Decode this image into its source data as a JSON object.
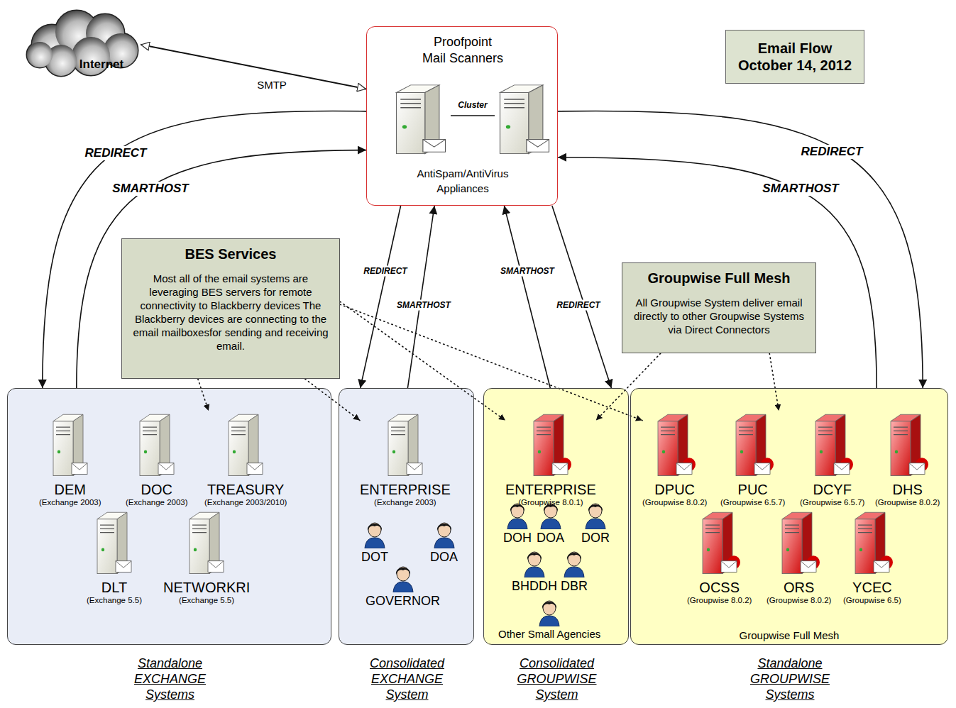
{
  "diagram": {
    "title": "Email Flow October 14, 2012",
    "nodes": [
      {
        "text": [
          "Internet"
        ]
      },
      {
        "text": [
          "Proofpoint Mail Scanners",
          "AntiSpam/AntiVirus Appliances"
        ]
      },
      {
        "text": [
          "BES Services",
          "Most all of the email systems are leveraging  BES servers for remote connectivity to Blackberry devices The Blackberry devices are connecting to the email mailboxesfor sending and receiving email."
        ]
      },
      {
        "text": [
          "Groupwise Full Mesh",
          "All Groupwise System deliver email directly to other Groupwise Systems via Direct Connectors"
        ]
      },
      {
        "text": [
          "Standalone EXCHANGE Systems"
        ]
      },
      {
        "text": [
          "DEM",
          "(Exchange 2003)"
        ],
        "in": 4
      },
      {
        "text": [
          "DOC",
          "(Exchange 2003)"
        ],
        "in": 4
      },
      {
        "text": [
          "TREASURY",
          "(Exchange 2003/2010)"
        ],
        "in": 4
      },
      {
        "text": [
          "DLT",
          "(Exchange 5.5)"
        ],
        "in": 4
      },
      {
        "text": [
          "NETWORKRI",
          "(Exchange 5.5)"
        ],
        "in": 4
      },
      {
        "text": [
          "Consolidated EXCHANGE System"
        ]
      },
      {
        "text": [
          "ENTERPRISE",
          "(Exchange 2003)"
        ],
        "in": 10
      },
      {
        "text": [
          "DOT"
        ],
        "in": 10
      },
      {
        "text": [
          "DOA"
        ],
        "in": 10
      },
      {
        "text": [
          "GOVERNOR"
        ],
        "in": 10
      },
      {
        "text": [
          "Consolidated GROUPWISE System"
        ]
      },
      {
        "text": [
          "ENTERPRISE",
          "(Groupwise 8.0.1)"
        ],
        "in": 15
      },
      {
        "text": [
          "DOH"
        ],
        "in": 15
      },
      {
        "text": [
          "DOA"
        ],
        "in": 15
      },
      {
        "text": [
          "DOR"
        ],
        "in": 15
      },
      {
        "text": [
          "BHDDH"
        ],
        "in": 15
      },
      {
        "text": [
          "DBR"
        ],
        "in": 15
      },
      {
        "text": [
          "Other Small Agencies"
        ],
        "in": 15
      },
      {
        "text": [
          "Groupwise Full Mesh",
          "Standalone GROUPWISE Systems"
        ]
      },
      {
        "text": [
          "DPUC",
          "(Groupwise 8.0.2)"
        ],
        "in": 23
      },
      {
        "text": [
          "PUC",
          "(Groupwise 6.5.7)"
        ],
        "in": 23
      },
      {
        "text": [
          "DCYF",
          "(Groupwise 6.5.7)"
        ],
        "in": 23
      },
      {
        "text": [
          "DHS",
          "(Groupwise 8.0.2)"
        ],
        "in": 23
      },
      {
        "text": [
          "OCSS",
          "(Groupwise 8.0.2)"
        ],
        "in": 23
      },
      {
        "text": [
          "ORS",
          "(Groupwise 8.0.2)"
        ],
        "in": 23
      },
      {
        "text": [
          "YCEC",
          "(Groupwise 6.5)"
        ],
        "in": 23
      }
    ],
    "edges": [
      {
        "from": 0,
        "to": 1,
        "label": "SMTP",
        "arrow": "both"
      },
      {
        "from": 1,
        "to": 4,
        "label": "REDIRECT",
        "arrow": "to"
      },
      {
        "from": 4,
        "to": 1,
        "label": "SMARTHOST",
        "arrow": "to"
      },
      {
        "from": 1,
        "to": 10,
        "label": "REDIRECT",
        "arrow": "to"
      },
      {
        "from": 10,
        "to": 1,
        "label": "SMARTHOST",
        "arrow": "to"
      },
      {
        "from": 15,
        "to": 1,
        "label": "SMARTHOST",
        "arrow": "to"
      },
      {
        "from": 1,
        "to": 15,
        "label": "REDIRECT",
        "arrow": "to"
      },
      {
        "from": 1,
        "to": 23,
        "label": "REDIRECT",
        "arrow": "to"
      },
      {
        "from": 23,
        "to": 1,
        "label": "SMARTHOST",
        "arrow": "to"
      },
      {
        "from": 2,
        "to": 7,
        "arrow": "to"
      },
      {
        "from": 2,
        "to": 11,
        "arrow": "to"
      },
      {
        "from": 2,
        "to": 16,
        "arrow": "to"
      },
      {
        "from": 2,
        "to": 24,
        "arrow": "to"
      },
      {
        "from": 3,
        "to": 16,
        "arrow": "to"
      },
      {
        "from": 3,
        "to": 25,
        "arrow": "to"
      }
    ],
    "labels": [
      "Cluster"
    ]
  }
}
